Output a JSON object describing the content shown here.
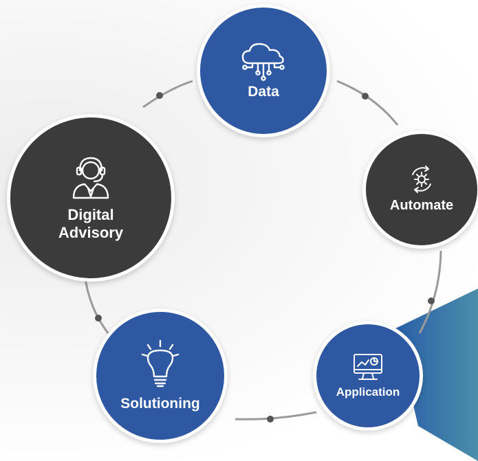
{
  "nodes": [
    {
      "label": "Data",
      "icon": "cloud-network-icon",
      "color": "#2f58a3"
    },
    {
      "label": "Digital\nAdvisory",
      "icon": "headset-agent-icon",
      "color": "#3b3b3b"
    },
    {
      "label": "Automate",
      "icon": "gear-cycle-icon",
      "color": "#3b3b3b"
    },
    {
      "label": "Solutioning",
      "icon": "lightbulb-icon",
      "color": "#2f58a3"
    },
    {
      "label": "Application",
      "icon": "monitor-dashboard-icon",
      "color": "#2f58a3"
    }
  ],
  "colors": {
    "blue": "#2f58a3",
    "dark": "#3b3b3b",
    "connector": "#9a9a9a",
    "accent_gradient_start": "#2a5ea8",
    "accent_gradient_end": "#4a8eaa"
  }
}
